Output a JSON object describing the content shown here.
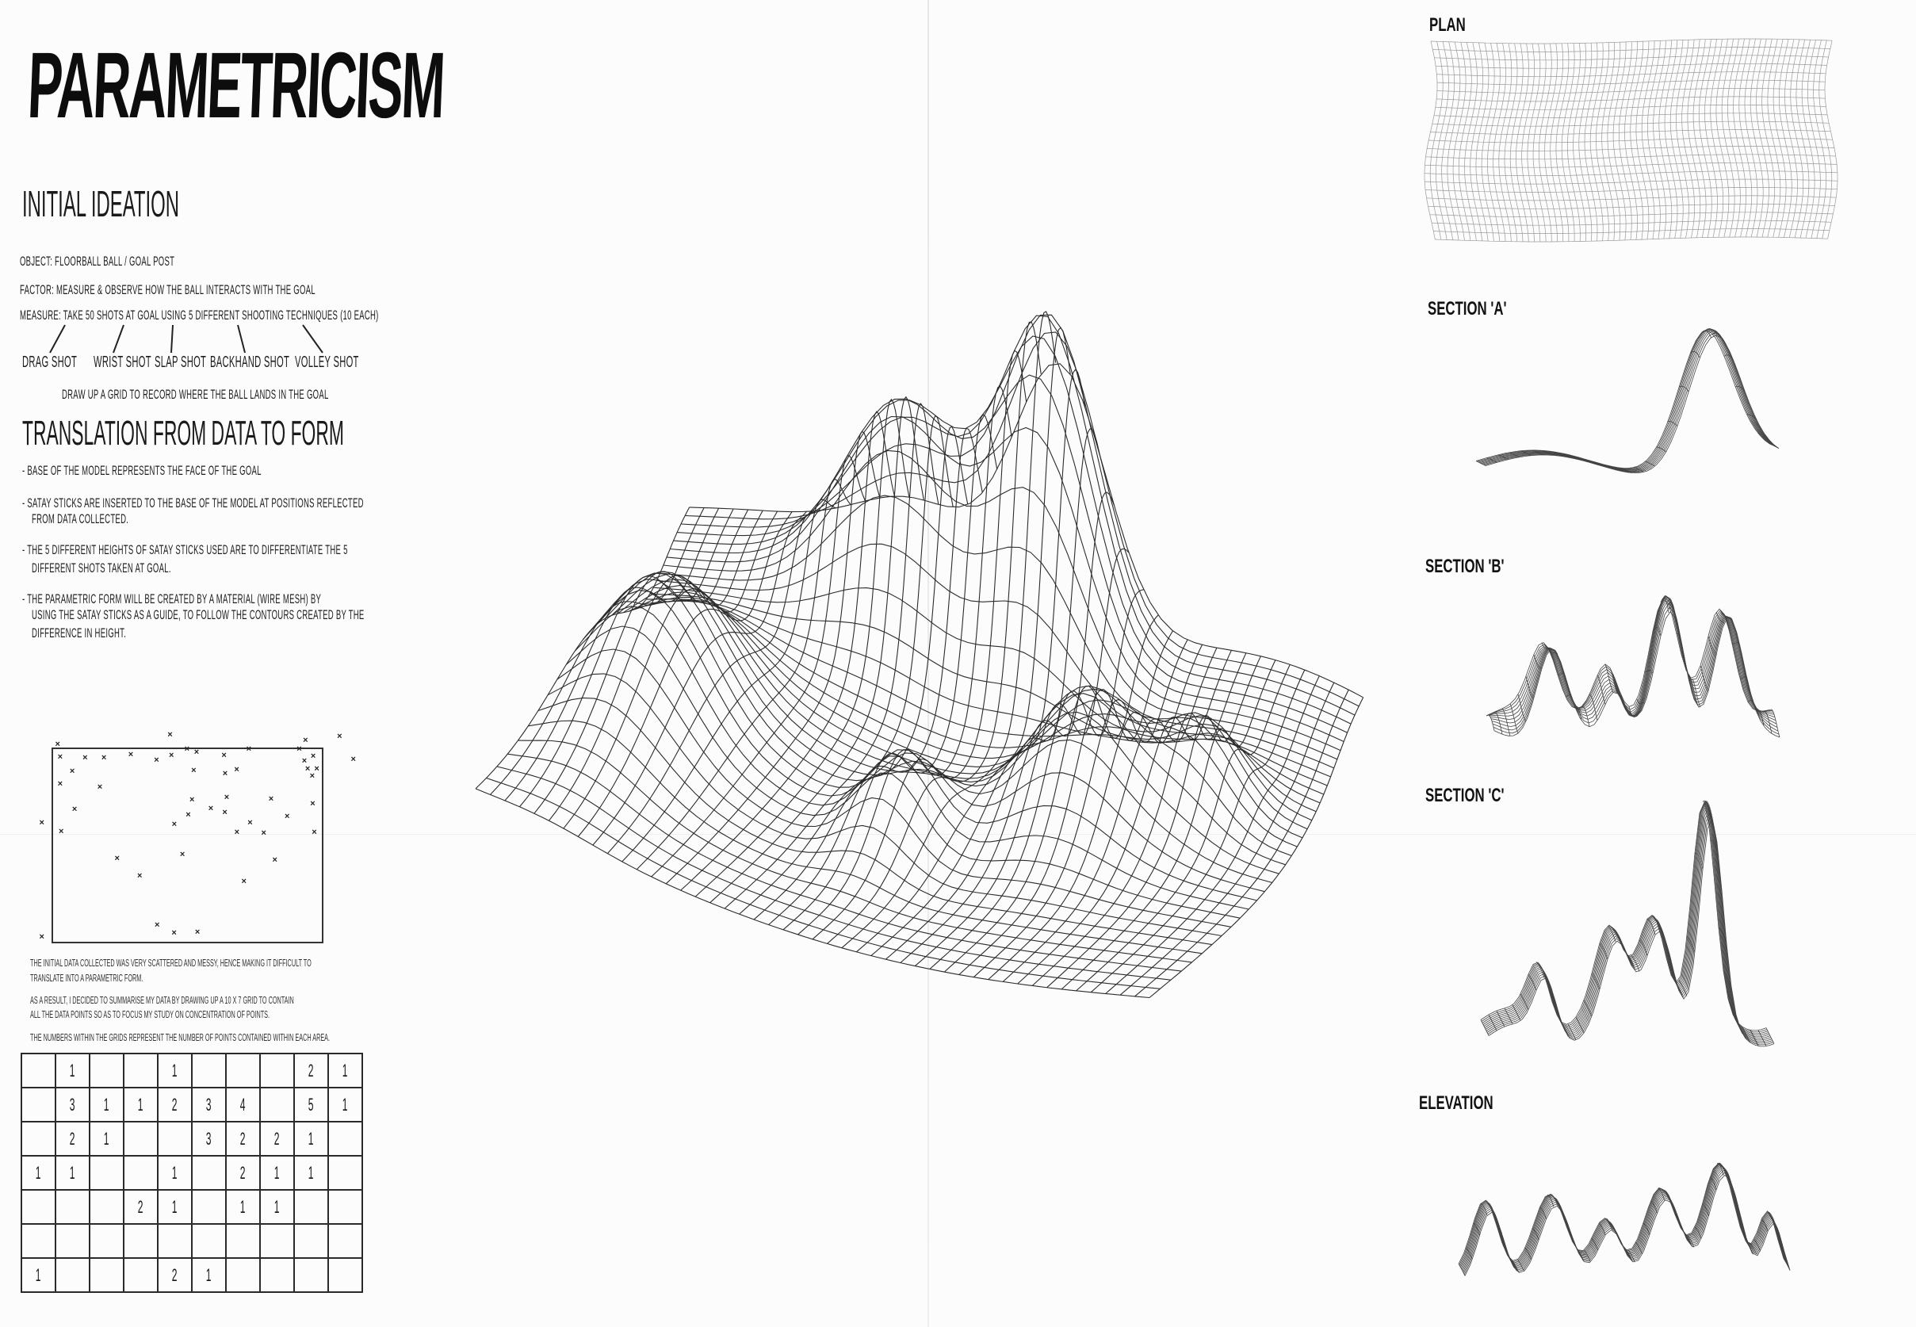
{
  "title": "PARAMETRICISM",
  "initial_ideation": {
    "heading": "INITIAL IDEATION",
    "object": "OBJECT: FLOORBALL BALL / GOAL POST",
    "factor": "FACTOR: MEASURE & OBSERVE HOW THE BALL INTERACTS WITH THE GOAL",
    "measure": "MEASURE: TAKE 50 SHOTS AT GOAL USING 5 DIFFERENT SHOOTING TECHNIQUES (10 EACH)",
    "shots": [
      "DRAG SHOT",
      "WRIST SHOT",
      "SLAP SHOT",
      "BACKHAND SHOT",
      "VOLLEY SHOT"
    ],
    "grid_note": "DRAW UP A GRID TO RECORD WHERE THE BALL LANDS IN THE GOAL"
  },
  "translation": {
    "heading": "TRANSLATION FROM DATA TO FORM",
    "bullets": [
      [
        "- BASE OF THE MODEL REPRESENTS THE FACE OF THE GOAL"
      ],
      [
        "- SATAY STICKS ARE INSERTED TO THE BASE OF THE MODEL AT POSITIONS REFLECTED",
        "FROM DATA COLLECTED."
      ],
      [
        "- THE 5 DIFFERENT HEIGHTS OF SATAY STICKS USED ARE TO DIFFERENTIATE THE 5",
        "DIFFERENT SHOTS TAKEN AT GOAL."
      ],
      [
        "- THE PARAMETRIC FORM WILL BE CREATED BY A MATERIAL (WIRE MESH) BY",
        "USING THE SATAY STICKS AS A GUIDE, TO FOLLOW THE CONTOURS CREATED BY THE",
        "DIFFERENCE IN HEIGHT."
      ]
    ]
  },
  "chart_data": [
    {
      "type": "scatter",
      "marker": "x",
      "points_goal_percent": [
        [
          1.7,
          -2.6
        ],
        [
          43.5,
          -7.5
        ],
        [
          93.9,
          -4.6
        ],
        [
          106.6,
          -6.6
        ],
        [
          111.7,
          5.4
        ],
        [
          2.6,
          4.2
        ],
        [
          11.9,
          4.5
        ],
        [
          18.9,
          4.7
        ],
        [
          28.9,
          2.8
        ],
        [
          38.5,
          5.6
        ],
        [
          44.0,
          3.1
        ],
        [
          49.8,
          0.1
        ],
        [
          53.4,
          1.8
        ],
        [
          63.6,
          3.1
        ],
        [
          72.8,
          0
        ],
        [
          91.6,
          0
        ],
        [
          93.5,
          6.2
        ],
        [
          96.8,
          3.9
        ],
        [
          94.7,
          10.2
        ],
        [
          98.1,
          10.2
        ],
        [
          96.4,
          14.0
        ],
        [
          7.1,
          11.5
        ],
        [
          52.3,
          11.0
        ],
        [
          64.0,
          12.6
        ],
        [
          68.3,
          10.7
        ],
        [
          2.6,
          18.3
        ],
        [
          17.4,
          19.6
        ],
        [
          51.7,
          26.4
        ],
        [
          64.6,
          25.2
        ],
        [
          81.1,
          26.0
        ],
        [
          96.6,
          28.5
        ],
        [
          8.0,
          31.2
        ],
        [
          58.7,
          30.9
        ],
        [
          50.3,
          34.3
        ],
        [
          63.9,
          32.9
        ],
        [
          87.1,
          34.8
        ],
        [
          -4.2,
          38.1
        ],
        [
          45.1,
          39.2
        ],
        [
          73.3,
          38.1
        ],
        [
          3.0,
          42.8
        ],
        [
          68.4,
          43.2
        ],
        [
          78.4,
          43.8
        ],
        [
          97.2,
          43.2
        ],
        [
          48.1,
          54.6
        ],
        [
          23.8,
          56.8
        ],
        [
          82.5,
          57.5
        ],
        [
          32.2,
          66.0
        ],
        [
          71.0,
          68.8
        ],
        [
          38.7,
          91.2
        ],
        [
          45.0,
          95.5
        ],
        [
          53.7,
          94.9
        ],
        [
          -4.2,
          97.7
        ]
      ]
    },
    {
      "type": "table",
      "rows": [
        [
          "",
          "1",
          "",
          "",
          "1",
          "",
          "",
          "",
          "2",
          "1"
        ],
        [
          "",
          "3",
          "1",
          "1",
          "2",
          "3",
          "4",
          "",
          "5",
          "1"
        ],
        [
          "",
          "2",
          "1",
          "",
          "",
          "3",
          "2",
          "2",
          "1",
          ""
        ],
        [
          "1",
          "1",
          "",
          "",
          "1",
          "",
          "2",
          "1",
          "1",
          ""
        ],
        [
          "",
          "",
          "",
          "2",
          "1",
          "",
          "1",
          "1",
          "",
          ""
        ],
        [
          "",
          "",
          "",
          "",
          "",
          "",
          "",
          "",
          "",
          ""
        ],
        [
          "1",
          "",
          "",
          "",
          "2",
          "1",
          "",
          "",
          "",
          ""
        ]
      ]
    }
  ],
  "notes": [
    "THE INITIAL DATA COLLECTED WAS VERY SCATTERED AND MESSY, HENCE MAKING IT DIFFICULT TO",
    "TRANSLATE INTO A PARAMETRIC FORM.",
    "AS A RESULT, I DECIDED TO SUMMARISE MY DATA BY DRAWING UP A 10 X 7 GRID TO CONTAIN",
    "ALL THE DATA POINTS SO AS TO FOCUS MY STUDY ON CONCENTRATION OF POINTS.",
    "THE NUMBERS WITHIN THE GRIDS REPRESENT THE NUMBER OF POINTS CONTAINED WITHIN EACH AREA."
  ],
  "views": {
    "plan": "PLAN",
    "section_a": "SECTION 'A'",
    "section_b": "SECTION 'B'",
    "section_c": "SECTION 'C'",
    "elevation": "ELEVATION"
  },
  "colors": {
    "paper": "#fcfcfc",
    "ink": "#151515",
    "mesh": "#2b2b2b",
    "mesh_light": "#9a9a9a"
  }
}
